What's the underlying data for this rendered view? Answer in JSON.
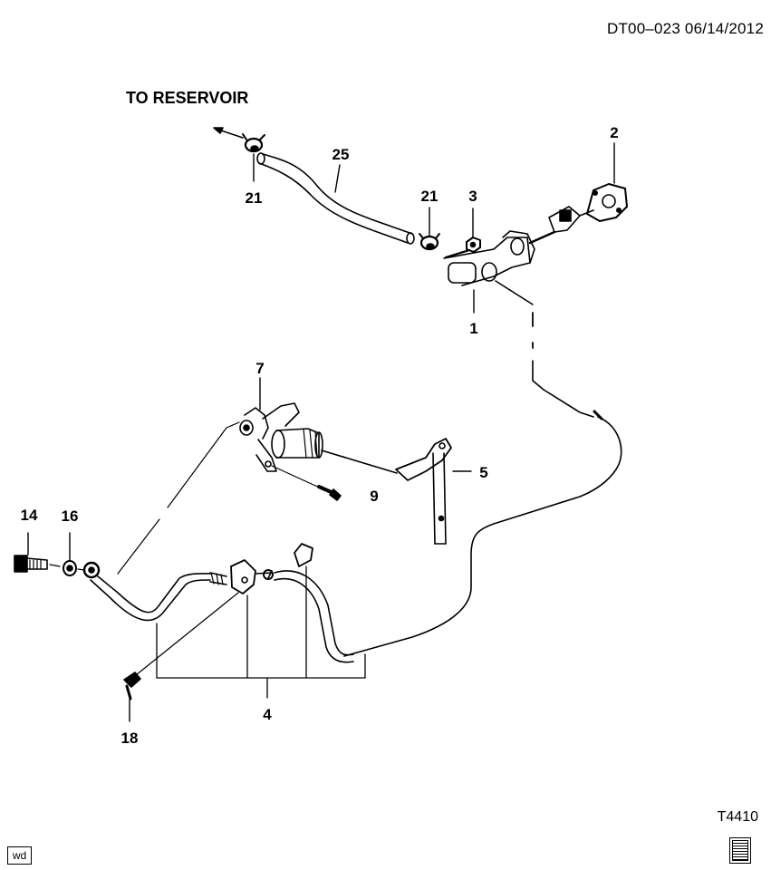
{
  "header": {
    "code": "DT00–023  06/14/2012"
  },
  "annotation": {
    "to_reservoir": "TO RESERVOIR"
  },
  "callouts": {
    "c1": "1",
    "c2": "2",
    "c3": "3",
    "c4": "4",
    "c5": "5",
    "c7": "7",
    "c9": "9",
    "c14": "14",
    "c16": "16",
    "c18": "18",
    "c21a": "21",
    "c21b": "21",
    "c25": "25"
  },
  "footer": {
    "ref": "T4410",
    "badge": "wd"
  }
}
